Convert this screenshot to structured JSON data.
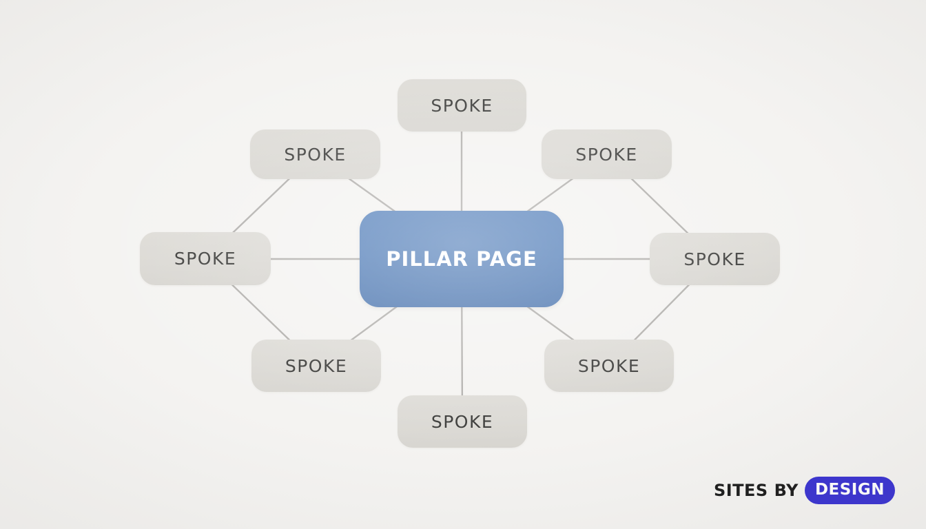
{
  "diagram": {
    "center_label": "PILLAR PAGE",
    "spokes": [
      {
        "position": "top",
        "label": "SPOKE"
      },
      {
        "position": "top-left",
        "label": "SPOKE"
      },
      {
        "position": "top-right",
        "label": "SPOKE"
      },
      {
        "position": "left",
        "label": "SPOKE"
      },
      {
        "position": "right",
        "label": "SPOKE"
      },
      {
        "position": "bottom-left",
        "label": "SPOKE"
      },
      {
        "position": "bottom-right",
        "label": "SPOKE"
      },
      {
        "position": "bottom",
        "label": "SPOKE"
      }
    ],
    "connections": {
      "center_to_spokes": [
        "top",
        "top-left",
        "top-right",
        "left",
        "right",
        "bottom-left",
        "bottom-right",
        "bottom"
      ],
      "spoke_to_spoke": [
        [
          "top-left",
          "left"
        ],
        [
          "left",
          "bottom-left"
        ],
        [
          "top-right",
          "right"
        ],
        [
          "right",
          "bottom-right"
        ]
      ]
    }
  },
  "logo": {
    "text": "SITES BY",
    "badge": "DESIGN"
  },
  "colors": {
    "background": "#f4f3f1",
    "pillar_bg": "#5681ba",
    "pillar_text": "#ffffff",
    "spoke_bg": "#dbd9d4",
    "spoke_text": "#3a3a38",
    "line": "#b1afac",
    "badge_bg": "#3a33d1",
    "badge_text": "#ffffff",
    "logo_text": "#1d1d1d"
  }
}
